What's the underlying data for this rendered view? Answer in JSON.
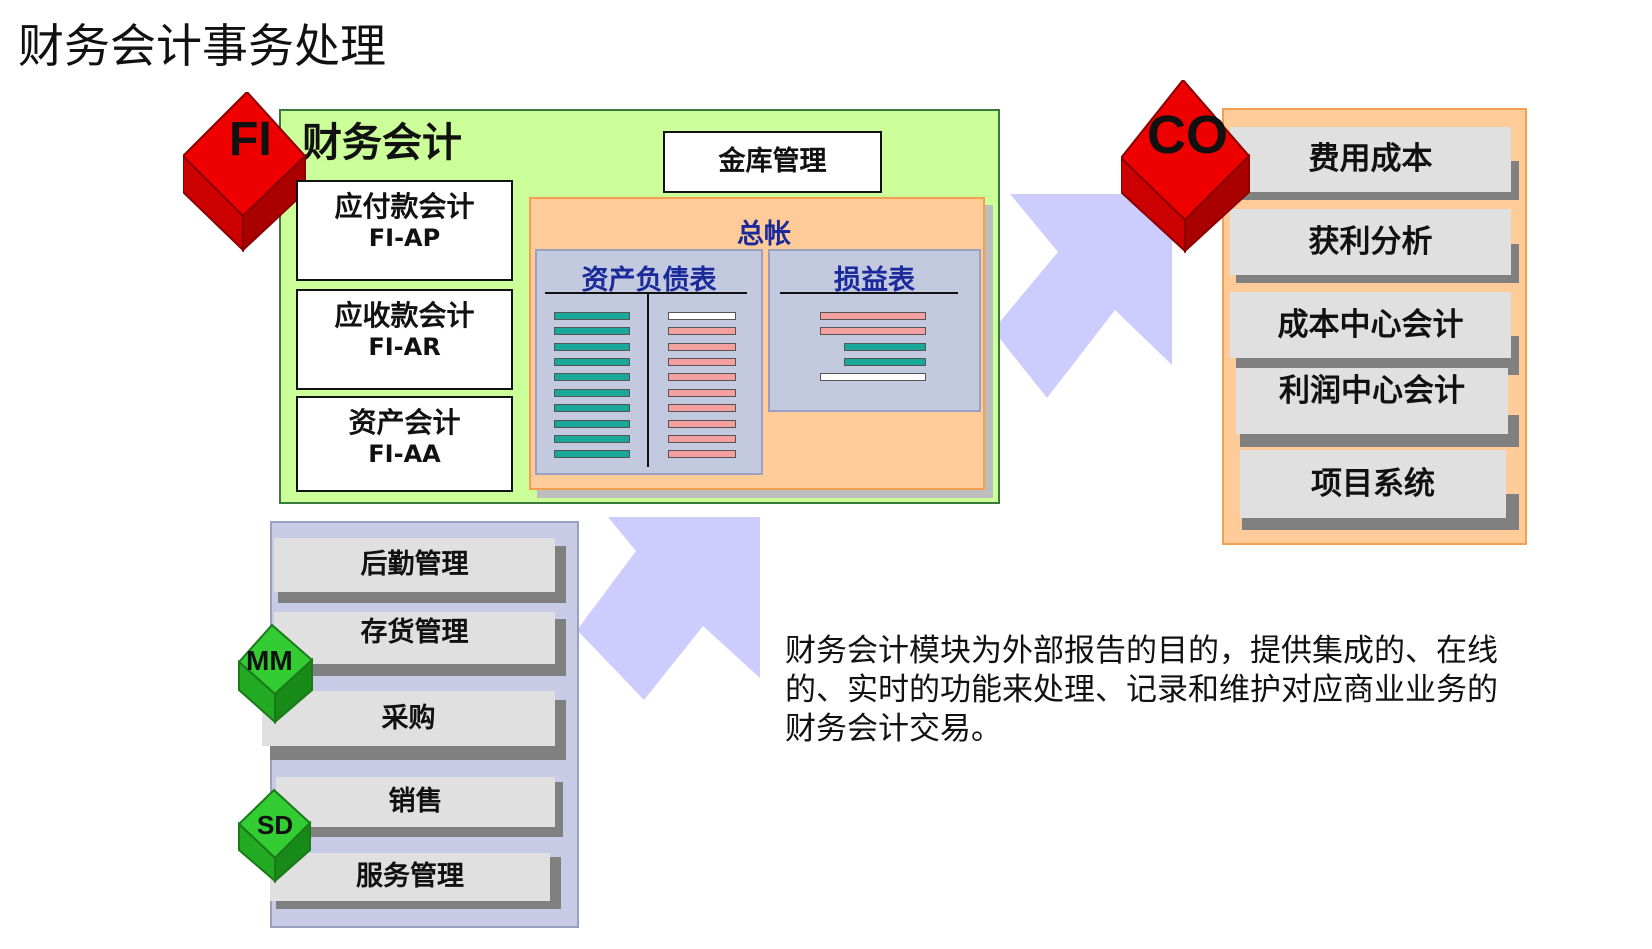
{
  "title": "财务会计事务处理",
  "fi": {
    "code": "FI",
    "title": "财务会计",
    "treasury": "金库管理",
    "submodules": [
      {
        "name": "应付款会计",
        "code": "FI-AP"
      },
      {
        "name": "应收款会计",
        "code": "FI-AR"
      },
      {
        "name": "资产会计",
        "code": "FI-AA"
      }
    ],
    "general_ledger": {
      "title": "总帐",
      "balance_sheet": "资产负债表",
      "income_statement": "损益表"
    }
  },
  "co": {
    "code": "CO",
    "items": [
      "费用成本",
      "获利分析",
      "成本中心会计",
      "利润中心会计",
      "项目系统"
    ]
  },
  "logistics": {
    "mm_code": "MM",
    "sd_code": "SD",
    "items": [
      "后勤管理",
      "存货管理",
      "采购",
      "销售",
      "服务管理"
    ]
  },
  "description": "财务会计模块为外部报告的目的，提供集成的、在线的、实时的功能来处理、记录和维护对应商业业务的财务会计交易。",
  "colors": {
    "fi_panel": "#ccff99",
    "gl_panel": "#ffcc99",
    "co_panel": "#ffcc99",
    "mm_panel": "#c8cbe6",
    "cube_red": "#ee0000",
    "cube_green": "#33cc33",
    "arrow": "#ccccff",
    "teal_bar": "#1aa89a",
    "pink_bar": "#f4a0a0"
  }
}
